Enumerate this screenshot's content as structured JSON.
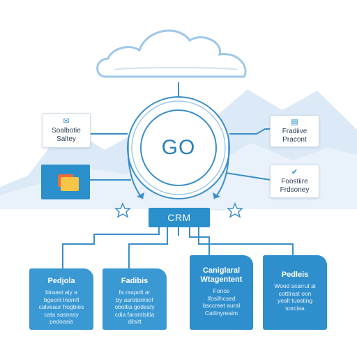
{
  "center": {
    "label": "GO"
  },
  "crm": {
    "label": "CRM"
  },
  "left_top": {
    "icon": "envelope-icon",
    "line1": "Soalbotie",
    "line2": "Saltey"
  },
  "left_mid": {
    "icon": "folder-icon"
  },
  "right_top": {
    "icon": "document-chart-icon",
    "line1": "Fradiive",
    "line2": "Pracont"
  },
  "right_mid": {
    "icon": "check-circle-icon",
    "line1": "Foostiire",
    "line2": "Frdsoney"
  },
  "cards": [
    {
      "title": "Pedjola",
      "body": [
        "biraast aiy a",
        "bgecrit lnomfl",
        "calveaur frogbies",
        "cata sasnasy",
        "pedoasis"
      ]
    },
    {
      "title": "Fadibis",
      "body": [
        "fa raspolt ar",
        "by asrotoriniof",
        "oboltia godesty",
        "cdia farantisitia",
        "dilsitt"
      ]
    },
    {
      "title": "Caniglaral",
      "title2": "Wtagentent",
      "body": [
        "Fonos",
        "Ifosilhcsed",
        "bsccreet aural",
        "Catlinyreaim"
      ]
    },
    {
      "title": "Pedleis",
      "body": [
        "Wood scarrut al",
        "cotttrast oon",
        "yealt tuosting",
        "sorciaa"
      ]
    }
  ],
  "colors": {
    "primary": "#2b8fcb",
    "line": "#3a8ec8",
    "light": "#cfe3f3",
    "cloud_stroke": "#9ec8ea"
  }
}
